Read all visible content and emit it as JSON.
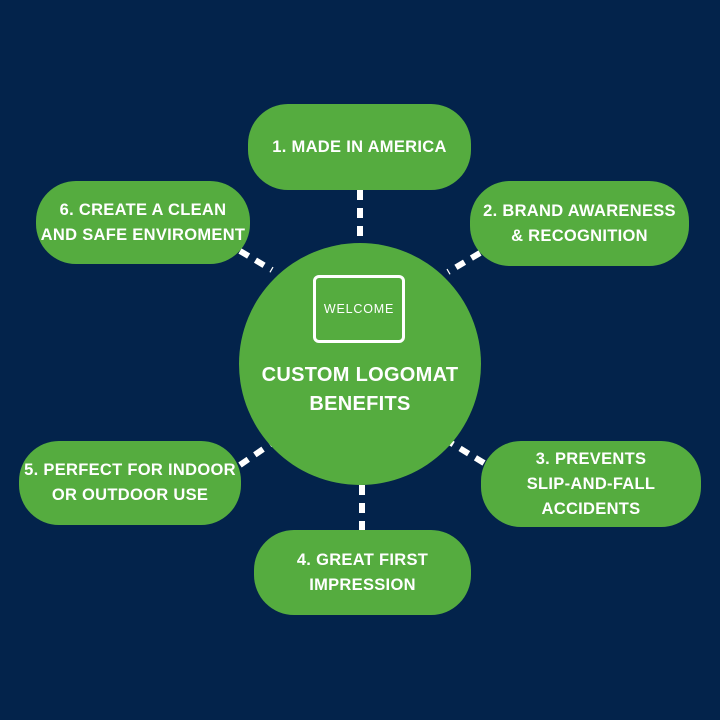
{
  "colors": {
    "background": "#03234b",
    "node": "#55ac3f",
    "text": "#ffffff",
    "connector": "#ffffff"
  },
  "center": {
    "sign_text": "WELCOME",
    "title_line1": "CUSTOM LOGOMAT",
    "title_line2": "BENEFITS"
  },
  "benefits": [
    {
      "line1": "1. MADE IN AMERICA",
      "line2": ""
    },
    {
      "line1": "2. BRAND AWARENESS",
      "line2": "& RECOGNITION"
    },
    {
      "line1": "3. PREVENTS",
      "line2": "SLIP-AND-FALL",
      "line3": "ACCIDENTS"
    },
    {
      "line1": "4. GREAT FIRST",
      "line2": "IMPRESSION"
    },
    {
      "line1": "5. PERFECT FOR INDOOR",
      "line2": "OR OUTDOOR USE"
    },
    {
      "line1": "6. CREATE A CLEAN",
      "line2": "AND SAFE ENVIROMENT"
    }
  ]
}
